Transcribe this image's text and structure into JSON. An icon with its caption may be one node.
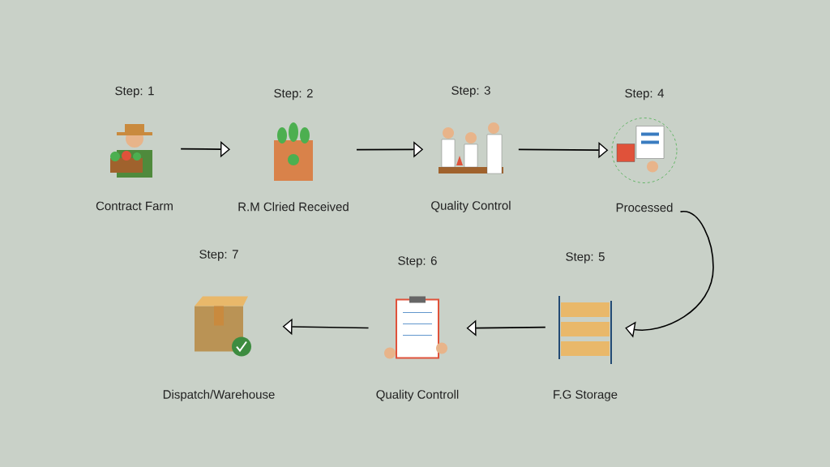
{
  "diagram": {
    "nodes": [
      {
        "text": [
          "Step: 1",
          "Contract Farm"
        ]
      },
      {
        "text": [
          "Step: 2",
          "R.M  Clried Received"
        ]
      },
      {
        "text": [
          "Step: 3",
          "Quality Control"
        ]
      },
      {
        "text": [
          "Step: 4",
          "Processed"
        ]
      },
      {
        "text": [
          "Step: 5",
          "F.G Storage"
        ]
      },
      {
        "text": [
          "Step: 6",
          "Quality Controll"
        ]
      },
      {
        "text": [
          "Step: 7",
          "Dispatch/Warehouse"
        ]
      }
    ],
    "edges": [
      {
        "from": 0,
        "to": 1,
        "arrow": "to"
      },
      {
        "from": 1,
        "to": 2,
        "arrow": "to"
      },
      {
        "from": 2,
        "to": 3,
        "arrow": "to"
      },
      {
        "from": 3,
        "to": 4,
        "arrow": "to"
      },
      {
        "from": 4,
        "to": 5,
        "arrow": "to"
      },
      {
        "from": 5,
        "to": 6,
        "arrow": "to"
      }
    ]
  }
}
